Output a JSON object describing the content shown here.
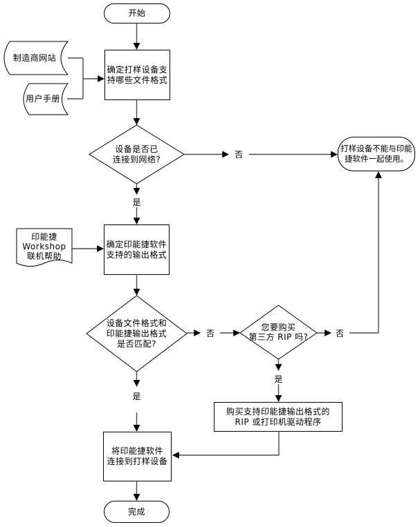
{
  "nodes": {
    "start": {
      "label": "开始"
    },
    "manufacturer_site": {
      "label": "制造商网站"
    },
    "user_manual": {
      "label": "用户手册"
    },
    "identify_device_formats": {
      "l1": "确定打样设备支",
      "l2": "持哪些文件格式"
    },
    "device_networked": {
      "l1": "设备是否已",
      "l2": "连接到网络?"
    },
    "cannot_use": {
      "l1": "打样设备不能与印能",
      "l2": "捷软件一起使用。"
    },
    "workshop_help": {
      "l1": "印能捷",
      "l2": "Workshop",
      "l3": "联机帮助"
    },
    "identify_output_formats": {
      "l1": "确定印能捷软件",
      "l2": "支持的输出格式"
    },
    "formats_match": {
      "l1": "设备文件格式和",
      "l2": "印能捷输出格式",
      "l3": "是否匹配?"
    },
    "buy_third_party_rip": {
      "l1": "您要购买",
      "l2": "第三方 RIP 吗?"
    },
    "purchase_rip_driver": {
      "l1": "购买支持印能捷输出格式的",
      "l2": "RIP 或打印机驱动程序"
    },
    "connect_software": {
      "l1": "将印能捷软件",
      "l2": "连接到打样设备"
    },
    "end": {
      "label": "完成"
    }
  },
  "edge_labels": {
    "yes": "是",
    "no": "否"
  },
  "colors": {
    "shape_stroke": "#000000",
    "connector": "#4a4a4a",
    "arrowhead": "#000000",
    "background": "#ffffff"
  }
}
